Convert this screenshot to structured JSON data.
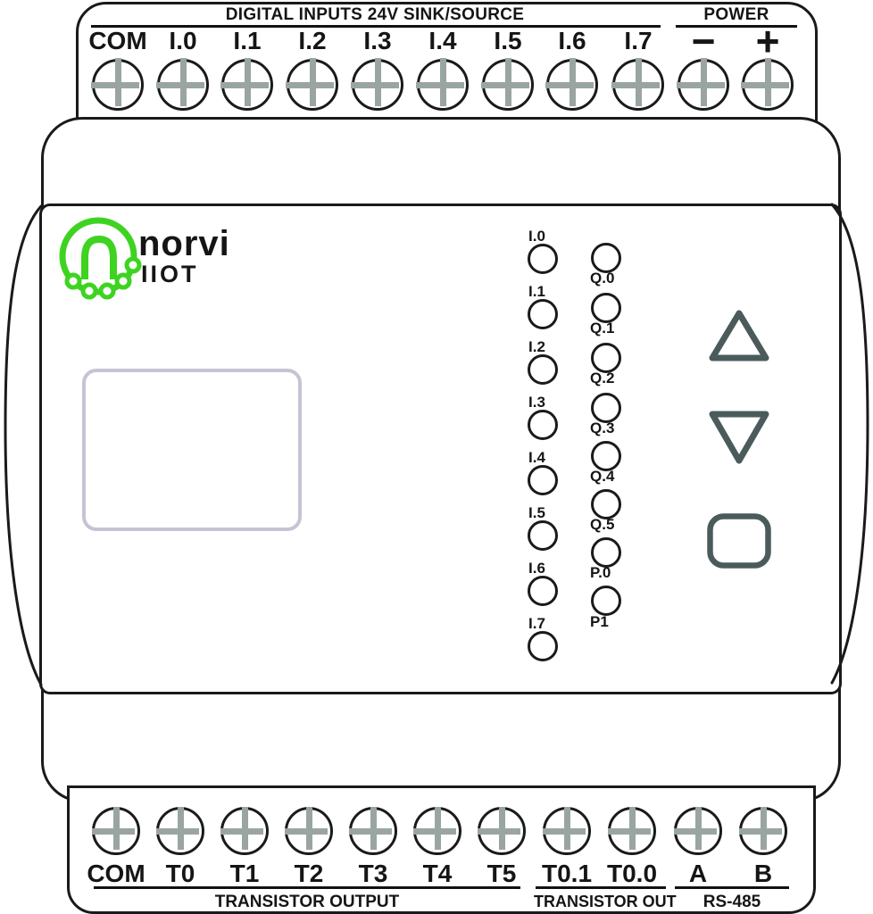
{
  "device": {
    "brand": "norvi",
    "series": "IIOT"
  },
  "colors": {
    "outline": "#1a1a1a",
    "screw_cross": "#9aa5a2",
    "button_stroke": "#4b5b5c",
    "logo_green": "#3ed321",
    "display_border": "#c5c4d6"
  },
  "top_strip": {
    "sections": [
      {
        "title": "DIGITAL INPUTS 24V SINK/SOURCE"
      },
      {
        "title": "POWER"
      }
    ],
    "terminals": [
      {
        "label": "COM"
      },
      {
        "label": "I.0"
      },
      {
        "label": "I.1"
      },
      {
        "label": "I.2"
      },
      {
        "label": "I.3"
      },
      {
        "label": "I.4"
      },
      {
        "label": "I.5"
      },
      {
        "label": "I.6"
      },
      {
        "label": "I.7"
      },
      {
        "label": "−"
      },
      {
        "label": "+"
      }
    ]
  },
  "leds": {
    "inputs": [
      {
        "label": "I.0"
      },
      {
        "label": "I.1"
      },
      {
        "label": "I.2"
      },
      {
        "label": "I.3"
      },
      {
        "label": "I.4"
      },
      {
        "label": "I.5"
      },
      {
        "label": "I.6"
      },
      {
        "label": "I.7"
      }
    ],
    "outputs": [
      {
        "label": "Q.0"
      },
      {
        "label": "Q.1"
      },
      {
        "label": "Q.2"
      },
      {
        "label": "Q.3"
      },
      {
        "label": "Q.4"
      },
      {
        "label": "Q.5"
      },
      {
        "label": "P.0"
      },
      {
        "label": "P1"
      }
    ]
  },
  "buttons": [
    {
      "name": "up"
    },
    {
      "name": "down"
    },
    {
      "name": "select"
    }
  ],
  "bottom_strip": {
    "terminals": [
      {
        "label": "COM"
      },
      {
        "label": "T0"
      },
      {
        "label": "T1"
      },
      {
        "label": "T2"
      },
      {
        "label": "T3"
      },
      {
        "label": "T4"
      },
      {
        "label": "T5"
      },
      {
        "label": "T0.1"
      },
      {
        "label": "T0.0"
      },
      {
        "label": "A"
      },
      {
        "label": "B"
      }
    ],
    "sections": [
      {
        "title": "TRANSISTOR OUTPUT"
      },
      {
        "title": "TRANSISTOR OUT"
      },
      {
        "title": "RS-485"
      }
    ]
  }
}
